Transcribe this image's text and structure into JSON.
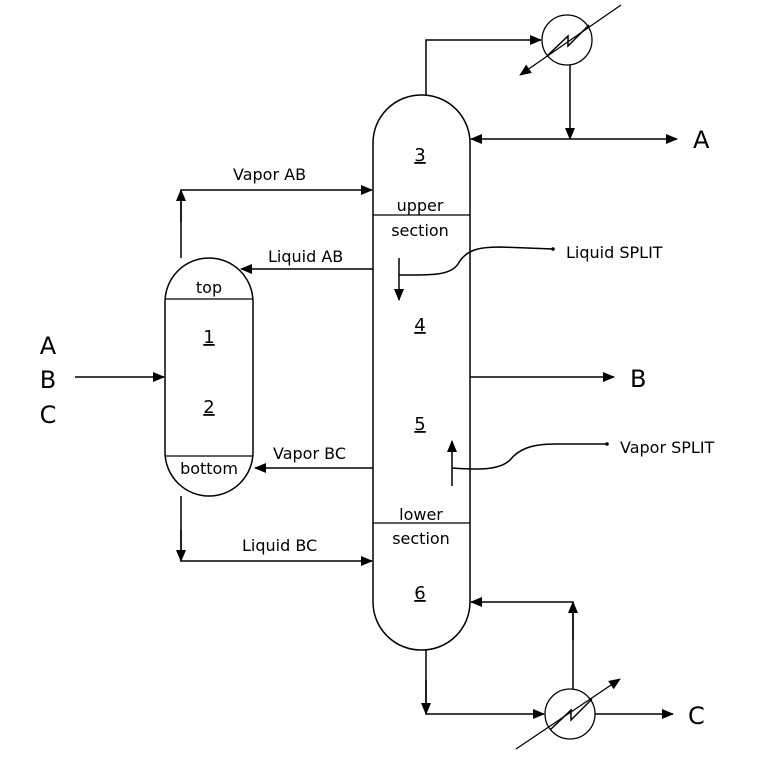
{
  "prefractionator": {
    "top_label": "top",
    "stage_1": "1",
    "stage_2": "2",
    "bottom_label": "bottom"
  },
  "main_column": {
    "stage_3": "3",
    "upper_section": [
      "upper",
      "section"
    ],
    "stage_4": "4",
    "stage_5": "5",
    "lower_section": [
      "lower",
      "section"
    ],
    "stage_6": "6"
  },
  "streams": {
    "vapor_ab": "Vapor AB",
    "liquid_ab": "Liquid AB",
    "vapor_bc": "Vapor BC",
    "liquid_bc": "Liquid BC"
  },
  "splits": {
    "liquid_split": "Liquid SPLIT",
    "vapor_split": "Vapor SPLIT"
  },
  "feed": [
    "A",
    "B",
    "C"
  ],
  "products": {
    "top": "A",
    "side": "B",
    "bottom": "C"
  }
}
